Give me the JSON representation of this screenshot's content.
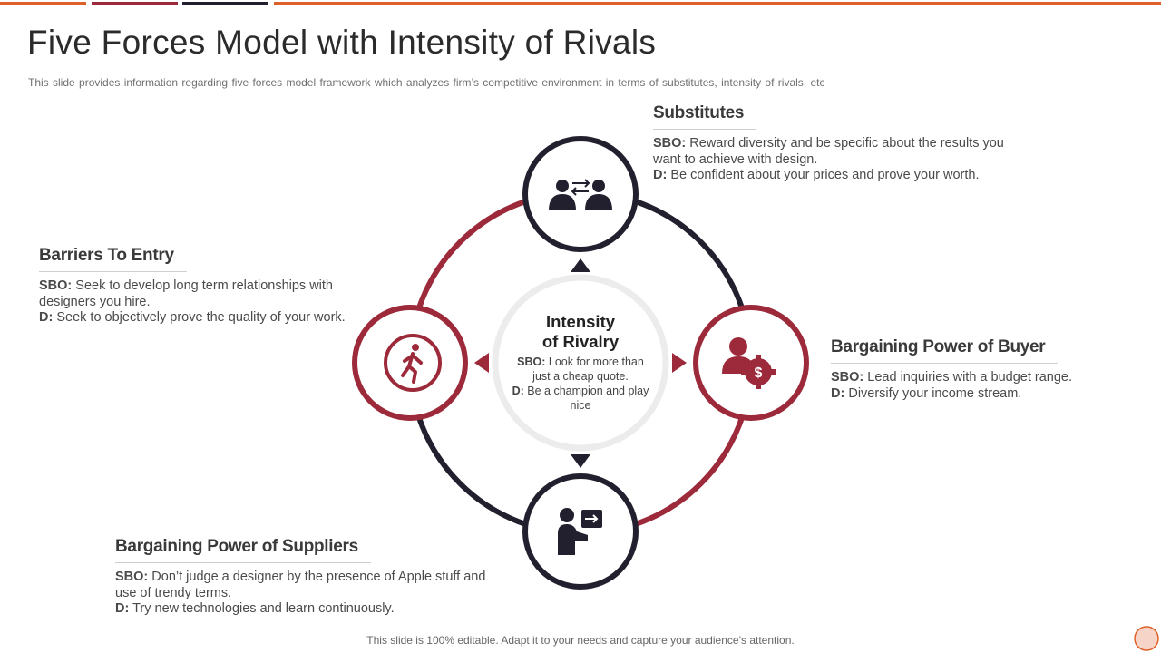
{
  "colors": {
    "accent_red": "#9c2a3a",
    "dark_navy": "#22202e",
    "orange": "#e0602a",
    "light_ring": "#ececec"
  },
  "header": {
    "title": "Five Forces Model with Intensity of Rivals",
    "subtitle": "This slide provides information regarding five forces model framework which analyzes firm’s competitive environment in terms of substitutes, intensity of rivals, etc"
  },
  "center": {
    "title_line1": "Intensity",
    "title_line2": "of Rivalry",
    "sbo_label": "SBO:",
    "sbo_text": " Look for more than just a cheap quote.",
    "d_label": "D:",
    "d_text": " Be a champion and play nice"
  },
  "forces": {
    "substitutes": {
      "title": "Substitutes",
      "sbo_label": "SBO:",
      "sbo_text": " Reward diversity and be specific about the results you want to achieve with design.",
      "d_label": "D:",
      "d_text": " Be confident about your prices and prove your worth.",
      "icon": "people-exchange-icon"
    },
    "barriers": {
      "title": "Barriers To Entry",
      "sbo_label": "SBO:",
      "sbo_text": " Seek to develop long term relationships with designers you hire.",
      "d_label": "D:",
      "d_text": " Seek to objectively prove the quality of your work.",
      "icon": "running-person-icon"
    },
    "buyer": {
      "title": "Bargaining Power of Buyer",
      "sbo_label": "SBO:",
      "sbo_text": " Lead inquiries with a budget range.",
      "d_label": "D:",
      "d_text": " Diversify your income stream.",
      "icon": "person-dollar-icon"
    },
    "suppliers": {
      "title": "Bargaining Power of Suppliers",
      "sbo_label": "SBO:",
      "sbo_text": " Don’t judge a designer by the presence of Apple stuff and use of trendy terms.",
      "d_label": "D:",
      "d_text": " Try new technologies and learn continuously.",
      "icon": "person-presenting-icon"
    }
  },
  "footer": {
    "text": "This slide is 100% editable. Adapt it to your needs and capture your audience’s attention."
  }
}
